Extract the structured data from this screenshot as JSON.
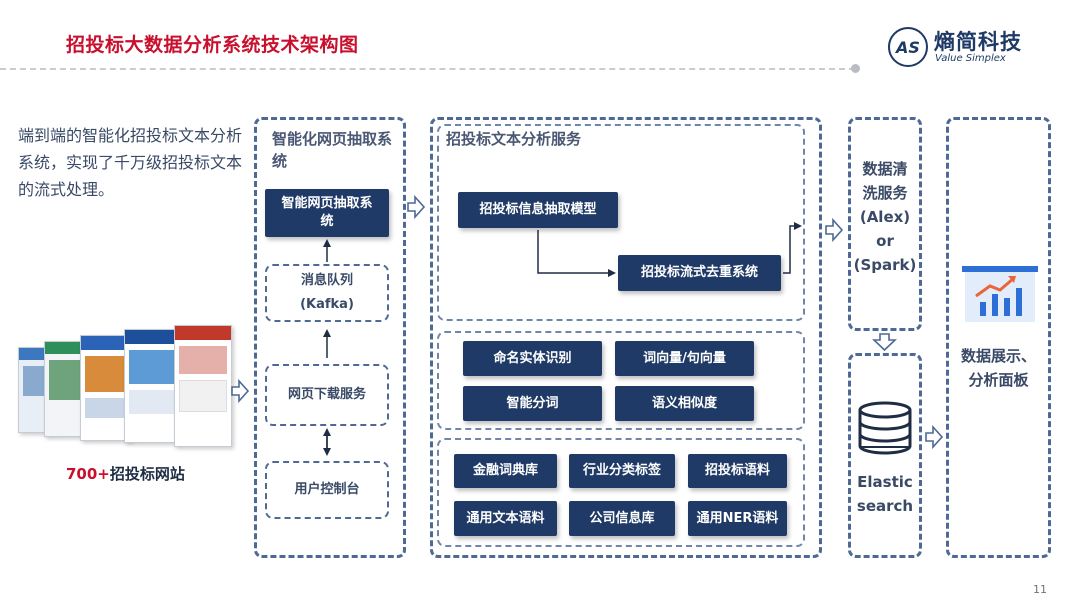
{
  "header": {
    "title": "招投标大数据分析系统技术架构图",
    "logo_mark": "AS",
    "logo_name": "熵简科技",
    "logo_en": "Value Simplex"
  },
  "intro": "端到端的智能化招投标文本分析系统，实现了千万级招投标文本的流式处理。",
  "sites": {
    "count": "700+",
    "label": "招投标网站"
  },
  "web_extraction": {
    "title": "智能化网页抽取系统",
    "extraction_box": "智能网页抽取系统",
    "queue_line1": "消息队列",
    "queue_line2": "(Kafka)",
    "download": "网页下载服务",
    "console": "用户控制台"
  },
  "text_analysis": {
    "title": "招投标文本分析服务",
    "info_model": "招投标信息抽取模型",
    "dedup": "招投标流式去重系统",
    "nlp": [
      "命名实体识别",
      "词向量/句向量",
      "智能分词",
      "语义相似度"
    ],
    "corpus": [
      "金融词典库",
      "行业分类标签",
      "招投标语料",
      "通用文本语料",
      "公司信息库",
      "通用NER语料"
    ]
  },
  "cleaning": {
    "line1": "数据清",
    "line2": "洗服务",
    "line3": "(Alex)",
    "line4": "or",
    "line5": "(Spark)"
  },
  "elastic": {
    "line1": "Elastic",
    "line2": "search"
  },
  "dashboard": {
    "line1": "数据展示、",
    "line2": "分析面板"
  },
  "page_number": "11",
  "colors": {
    "accent": "#c8102e",
    "navy": "#1f3a66",
    "dash": "#4e6a94"
  }
}
